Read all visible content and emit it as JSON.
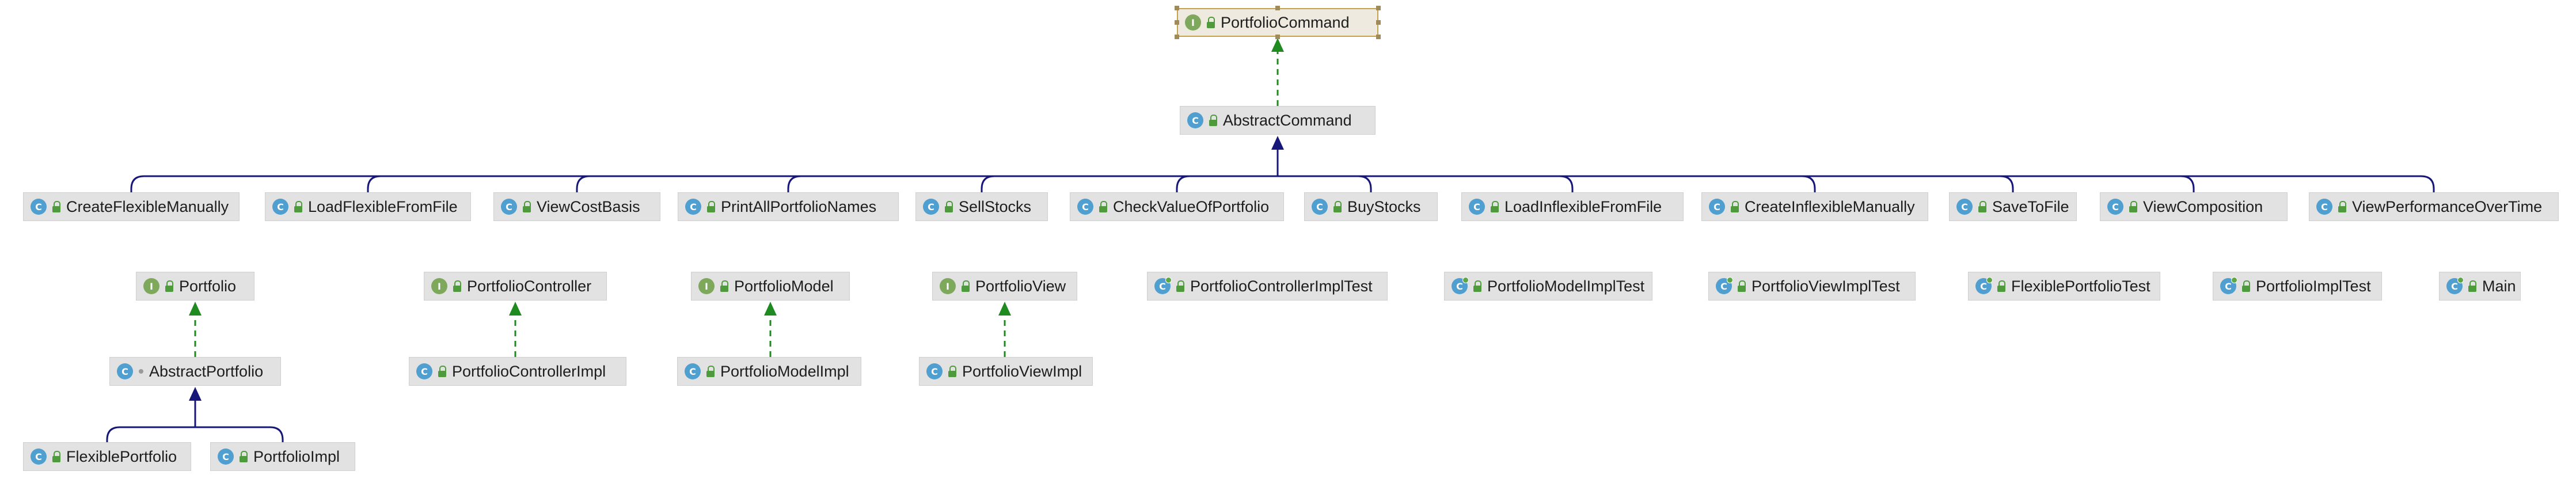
{
  "diagram": {
    "nodes": [
      {
        "id": "PortfolioCommand",
        "label": "PortfolioCommand",
        "kind": "interface",
        "kind_glyph": "I",
        "visibility": "public",
        "selected": true
      },
      {
        "id": "AbstractCommand",
        "label": "AbstractCommand",
        "kind": "class",
        "kind_glyph": "C",
        "visibility": "public"
      },
      {
        "id": "CreateFlexibleManually",
        "label": "CreateFlexibleManually",
        "kind": "class",
        "kind_glyph": "C",
        "visibility": "public"
      },
      {
        "id": "LoadFlexibleFromFile",
        "label": "LoadFlexibleFromFile",
        "kind": "class",
        "kind_glyph": "C",
        "visibility": "public"
      },
      {
        "id": "ViewCostBasis",
        "label": "ViewCostBasis",
        "kind": "class",
        "kind_glyph": "C",
        "visibility": "public"
      },
      {
        "id": "PrintAllPortfolioNames",
        "label": "PrintAllPortfolioNames",
        "kind": "class",
        "kind_glyph": "C",
        "visibility": "public"
      },
      {
        "id": "SellStocks",
        "label": "SellStocks",
        "kind": "class",
        "kind_glyph": "C",
        "visibility": "public"
      },
      {
        "id": "CheckValueOfPortfolio",
        "label": "CheckValueOfPortfolio",
        "kind": "class",
        "kind_glyph": "C",
        "visibility": "public"
      },
      {
        "id": "BuyStocks",
        "label": "BuyStocks",
        "kind": "class",
        "kind_glyph": "C",
        "visibility": "public"
      },
      {
        "id": "LoadInflexibleFromFile",
        "label": "LoadInflexibleFromFile",
        "kind": "class",
        "kind_glyph": "C",
        "visibility": "public"
      },
      {
        "id": "CreateInflexibleManually",
        "label": "CreateInflexibleManually",
        "kind": "class",
        "kind_glyph": "C",
        "visibility": "public"
      },
      {
        "id": "SaveToFile",
        "label": "SaveToFile",
        "kind": "class",
        "kind_glyph": "C",
        "visibility": "public"
      },
      {
        "id": "ViewComposition",
        "label": "ViewComposition",
        "kind": "class",
        "kind_glyph": "C",
        "visibility": "public"
      },
      {
        "id": "ViewPerformanceOverTime",
        "label": "ViewPerformanceOverTime",
        "kind": "class",
        "kind_glyph": "C",
        "visibility": "public"
      },
      {
        "id": "Portfolio",
        "label": "Portfolio",
        "kind": "interface",
        "kind_glyph": "I",
        "visibility": "public"
      },
      {
        "id": "PortfolioController",
        "label": "PortfolioController",
        "kind": "interface",
        "kind_glyph": "I",
        "visibility": "public"
      },
      {
        "id": "PortfolioModel",
        "label": "PortfolioModel",
        "kind": "interface",
        "kind_glyph": "I",
        "visibility": "public"
      },
      {
        "id": "PortfolioView",
        "label": "PortfolioView",
        "kind": "interface",
        "kind_glyph": "I",
        "visibility": "public"
      },
      {
        "id": "PortfolioControllerImplTest",
        "label": "PortfolioControllerImplTest",
        "kind": "class test",
        "kind_glyph": "C",
        "visibility": "public"
      },
      {
        "id": "PortfolioModelImplTest",
        "label": "PortfolioModelImplTest",
        "kind": "class test",
        "kind_glyph": "C",
        "visibility": "public"
      },
      {
        "id": "PortfolioViewImplTest",
        "label": "PortfolioViewImplTest",
        "kind": "class test",
        "kind_glyph": "C",
        "visibility": "public"
      },
      {
        "id": "FlexiblePortfolioTest",
        "label": "FlexiblePortfolioTest",
        "kind": "class test",
        "kind_glyph": "C",
        "visibility": "public"
      },
      {
        "id": "PortfolioImplTest",
        "label": "PortfolioImplTest",
        "kind": "class test",
        "kind_glyph": "C",
        "visibility": "public"
      },
      {
        "id": "Main",
        "label": "Main",
        "kind": "class test",
        "kind_glyph": "C",
        "visibility": "public"
      },
      {
        "id": "AbstractPortfolio",
        "label": "AbstractPortfolio",
        "kind": "class",
        "kind_glyph": "C",
        "visibility": "package"
      },
      {
        "id": "PortfolioControllerImpl",
        "label": "PortfolioControllerImpl",
        "kind": "class",
        "kind_glyph": "C",
        "visibility": "public"
      },
      {
        "id": "PortfolioModelImpl",
        "label": "PortfolioModelImpl",
        "kind": "class",
        "kind_glyph": "C",
        "visibility": "public"
      },
      {
        "id": "PortfolioViewImpl",
        "label": "PortfolioViewImpl",
        "kind": "class",
        "kind_glyph": "C",
        "visibility": "public"
      },
      {
        "id": "FlexiblePortfolio",
        "label": "FlexiblePortfolio",
        "kind": "class",
        "kind_glyph": "C",
        "visibility": "public"
      },
      {
        "id": "PortfolioImpl",
        "label": "PortfolioImpl",
        "kind": "class",
        "kind_glyph": "C",
        "visibility": "public"
      }
    ],
    "edges": [
      {
        "from": "AbstractCommand",
        "to": "PortfolioCommand",
        "type": "implements"
      },
      {
        "from": "CreateFlexibleManually",
        "to": "AbstractCommand",
        "type": "extends"
      },
      {
        "from": "LoadFlexibleFromFile",
        "to": "AbstractCommand",
        "type": "extends"
      },
      {
        "from": "ViewCostBasis",
        "to": "AbstractCommand",
        "type": "extends"
      },
      {
        "from": "PrintAllPortfolioNames",
        "to": "AbstractCommand",
        "type": "extends"
      },
      {
        "from": "SellStocks",
        "to": "AbstractCommand",
        "type": "extends"
      },
      {
        "from": "CheckValueOfPortfolio",
        "to": "AbstractCommand",
        "type": "extends"
      },
      {
        "from": "BuyStocks",
        "to": "AbstractCommand",
        "type": "extends"
      },
      {
        "from": "LoadInflexibleFromFile",
        "to": "AbstractCommand",
        "type": "extends"
      },
      {
        "from": "CreateInflexibleManually",
        "to": "AbstractCommand",
        "type": "extends"
      },
      {
        "from": "SaveToFile",
        "to": "AbstractCommand",
        "type": "extends"
      },
      {
        "from": "ViewComposition",
        "to": "AbstractCommand",
        "type": "extends"
      },
      {
        "from": "ViewPerformanceOverTime",
        "to": "AbstractCommand",
        "type": "extends"
      },
      {
        "from": "AbstractPortfolio",
        "to": "Portfolio",
        "type": "implements"
      },
      {
        "from": "FlexiblePortfolio",
        "to": "AbstractPortfolio",
        "type": "extends"
      },
      {
        "from": "PortfolioImpl",
        "to": "AbstractPortfolio",
        "type": "extends"
      },
      {
        "from": "PortfolioControllerImpl",
        "to": "PortfolioController",
        "type": "implements"
      },
      {
        "from": "PortfolioModelImpl",
        "to": "PortfolioModel",
        "type": "implements"
      },
      {
        "from": "PortfolioViewImpl",
        "to": "PortfolioView",
        "type": "implements"
      }
    ],
    "colors": {
      "implements": "#1f8a1f",
      "extends": "#17177a",
      "node_bg": "#e2e2e2",
      "class_icon": "#4f9fd1",
      "interface_icon": "#7ea85b",
      "selection": "#c6a24a"
    }
  }
}
